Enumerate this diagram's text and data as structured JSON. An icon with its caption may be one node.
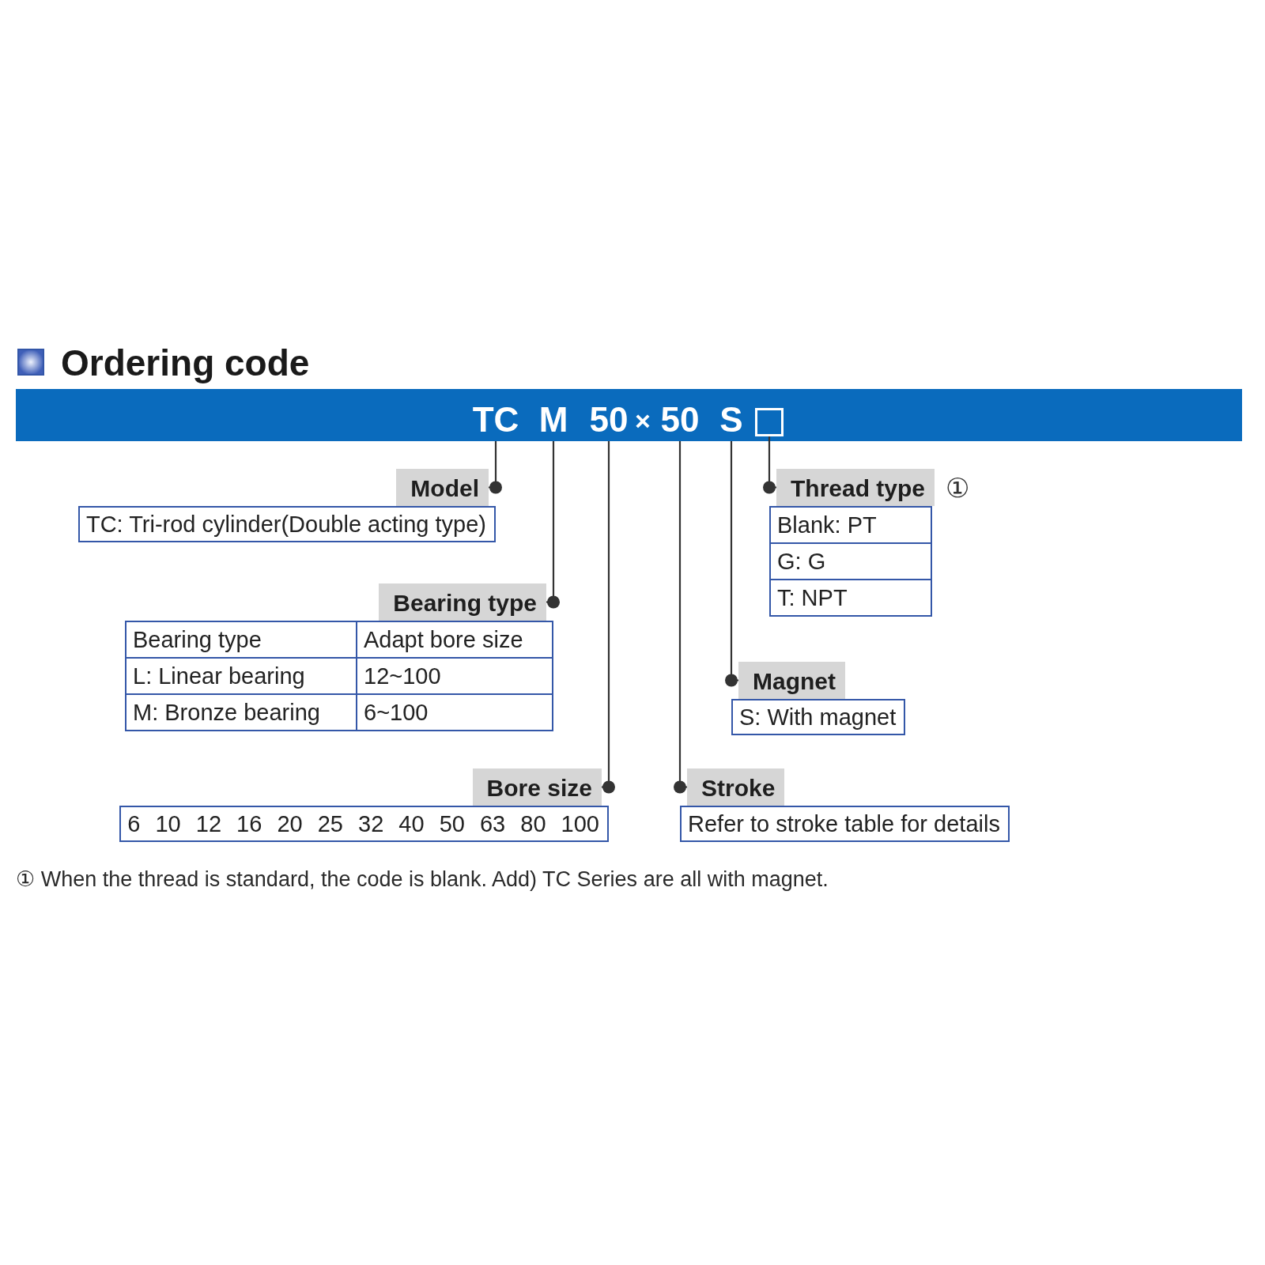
{
  "diagram": {
    "title": "Ordering code",
    "nodes": [
      {
        "text": [],
        "shape": "bar"
      },
      {
        "text": [
          "TC"
        ],
        "in": 0
      },
      {
        "text": [
          "M"
        ],
        "in": 0
      },
      {
        "text": [
          "50"
        ],
        "in": 0
      },
      {
        "text": [
          "50"
        ],
        "in": 0
      },
      {
        "text": [
          "S"
        ],
        "in": 0
      },
      {
        "text": [],
        "shape": "box",
        "in": 0
      },
      {
        "text": [
          "Model"
        ]
      },
      {
        "text": [
          "TC: Tri-rod cylinder(Double acting type)"
        ]
      },
      {
        "text": [
          "Thread type"
        ],
        "beside": [
          "①"
        ]
      },
      {
        "text": [
          "Blank: PT",
          "G: G",
          "T: NPT"
        ]
      },
      {
        "text": [
          "Bearing type"
        ]
      },
      {
        "text": [
          "Bearing type",
          "Adapt bore size",
          "L: Linear bearing",
          "12~100",
          "M: Bronze bearing",
          "6~100"
        ]
      },
      {
        "text": [
          "Magnet"
        ]
      },
      {
        "text": [
          "S: With magnet"
        ]
      },
      {
        "text": [
          "Bore size"
        ]
      },
      {
        "text": [
          "6 10 12 16 20 25 32 40 50 63 80 100"
        ]
      },
      {
        "text": [
          "Stroke"
        ]
      },
      {
        "text": [
          "Refer to stroke table for details"
        ]
      }
    ],
    "edges": [
      {
        "from": 1,
        "to": 7,
        "arrow": "other"
      },
      {
        "from": 2,
        "to": 11,
        "arrow": "other"
      },
      {
        "from": 3,
        "to": 15,
        "arrow": "other"
      },
      {
        "from": 4,
        "to": 17,
        "arrow": "other"
      },
      {
        "from": 5,
        "to": 13,
        "arrow": "other"
      },
      {
        "from": 6,
        "to": 9,
        "arrow": "other"
      }
    ],
    "labels": [
      "×",
      "① When the thread is standard, the code is blank. Add) TC Series are all with magnet."
    ]
  }
}
